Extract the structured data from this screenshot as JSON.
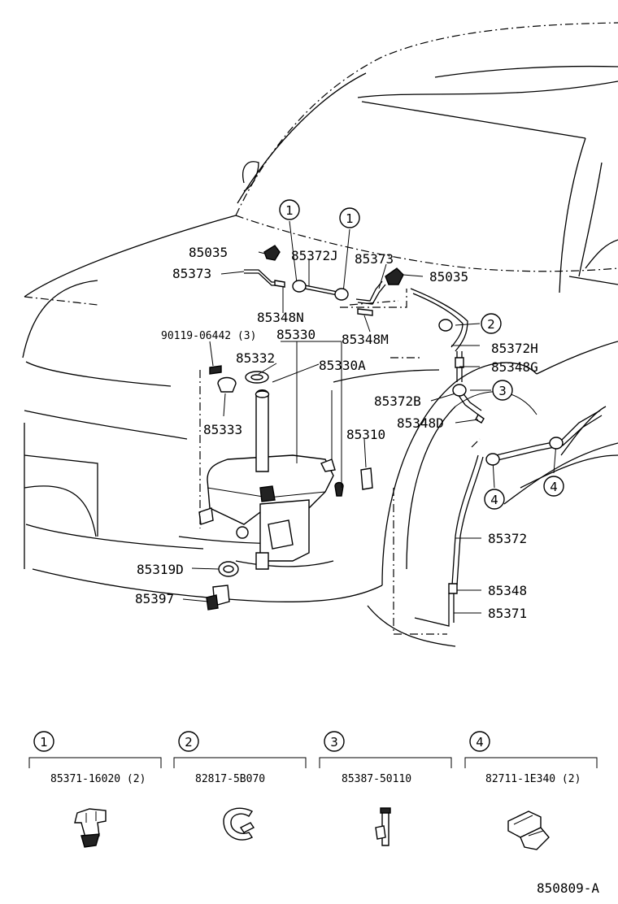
{
  "diagram": {
    "labels": {
      "p85035_left": "85035",
      "p85373_left": "85373",
      "p85372J": "85372J",
      "p85373_right": "85373",
      "p85035_right": "85035",
      "p85348N": "85348N",
      "p90119": "90119-06442 (3)",
      "p85330": "85330",
      "p85348M": "85348M",
      "p85332": "85332",
      "p85330A": "85330A",
      "p85372H": "85372H",
      "p85348G": "85348G",
      "p85372B": "85372B",
      "p85333": "85333",
      "p85348D": "85348D",
      "p85310": "85310",
      "p85372": "85372",
      "p85319D": "85319D",
      "p85348": "85348",
      "p85397": "85397",
      "p85371": "85371"
    },
    "callouts": [
      "1",
      "1",
      "2",
      "3",
      "4",
      "4"
    ]
  },
  "legend": [
    {
      "number": "1",
      "part": "85371-16020 (2)"
    },
    {
      "number": "2",
      "part": "82817-5B070"
    },
    {
      "number": "3",
      "part": "85387-50110"
    },
    {
      "number": "4",
      "part": "82711-1E340 (2)"
    }
  ],
  "figure_id": "850809-A"
}
